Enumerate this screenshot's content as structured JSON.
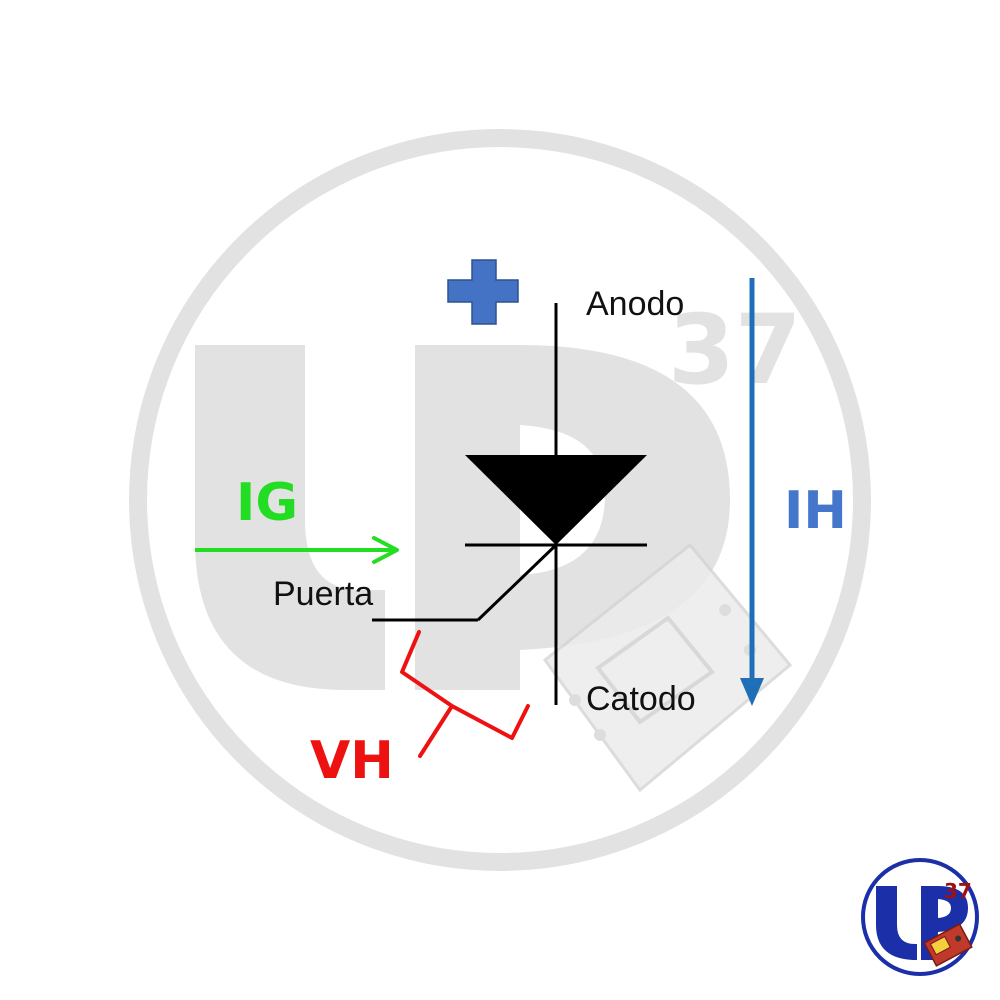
{
  "diagram": {
    "labels": {
      "anode": "Anodo",
      "cathode": "Catodo",
      "gate": "Puerta",
      "gate_current": "IG",
      "holding_current": "IH",
      "holding_voltage": "VH"
    },
    "watermark": {
      "logo_letters": "UP",
      "logo_number": "37"
    }
  },
  "colors": {
    "gate_current": "#22dd22",
    "holding_current": "#1f6fb8",
    "holding_current_label": "#4477cc",
    "holding_voltage": "#ee1111",
    "plus_sign": "#4472c4",
    "watermark": "#e2e2e2",
    "badge_ring": "#1a2fa8",
    "badge_number": "#a01010"
  },
  "icons": {
    "plus": "plus-sign-icon",
    "thyristor": "thyristor-symbol-icon",
    "badge": "up37-logo-icon"
  }
}
